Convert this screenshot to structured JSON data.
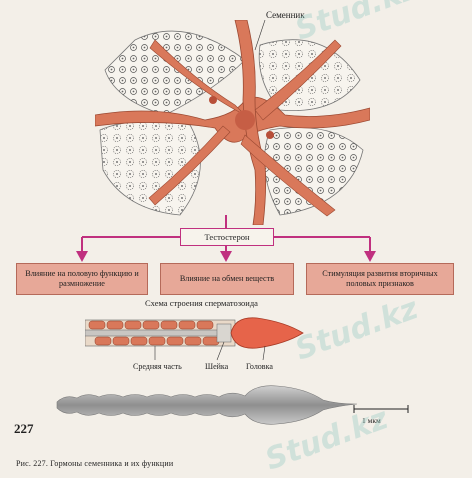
{
  "diagram": {
    "title": "Семенник",
    "hormone": "Тестостерон",
    "effects": [
      "Влияние на половую функцию и размножение",
      "Влияние на обмен веществ",
      "Стимуляция развития вторичных половых признаков"
    ],
    "sperm_title": "Схема строения сперматозоида",
    "sperm_parts": {
      "midpiece": "Средняя часть",
      "neck": "Шейка",
      "head": "Головка"
    },
    "scale": "1 мкм"
  },
  "page": {
    "number": "227",
    "caption": "Рис. 227. Гормоны семенника и их функции",
    "watermark": "Stud.kz"
  },
  "colors": {
    "arrow": "#c0307f",
    "tissue": "#d9785a",
    "box_fill": "#e7a898"
  }
}
